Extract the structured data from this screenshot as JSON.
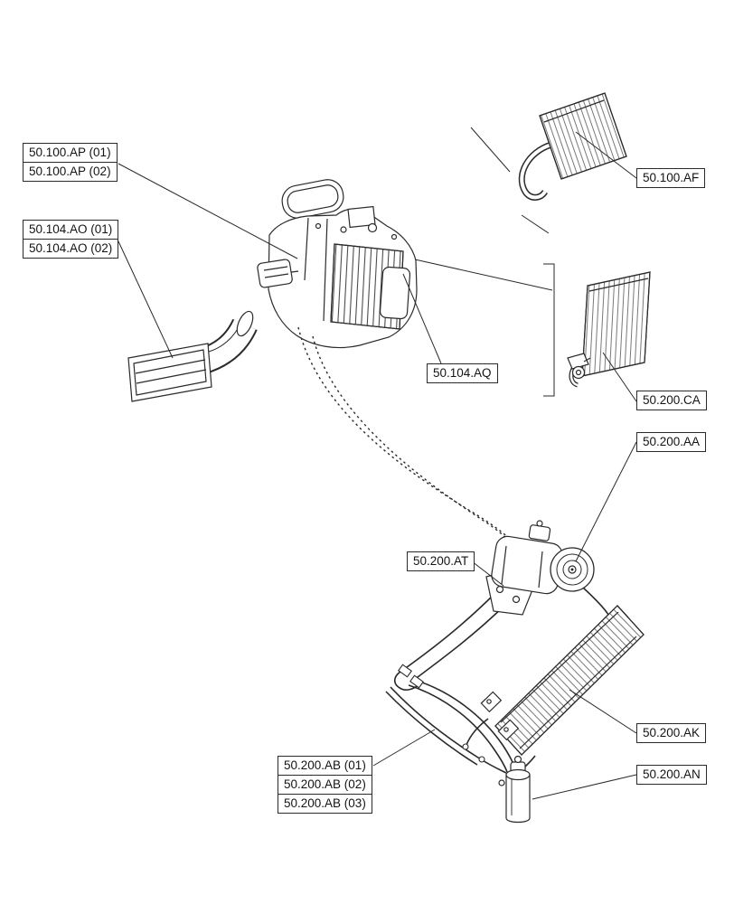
{
  "page": {
    "background": "#ffffff",
    "line_color": "#2a2a2a"
  },
  "callouts": {
    "ap": {
      "lines": [
        "50.100.AP (01)",
        "50.100.AP (02)"
      ]
    },
    "ao": {
      "lines": [
        "50.104.AO (01)",
        "50.104.AO (02)"
      ]
    },
    "af": {
      "lines": [
        "50.100.AF"
      ]
    },
    "aq": {
      "lines": [
        "50.104.AQ"
      ]
    },
    "ca": {
      "lines": [
        "50.200.CA"
      ]
    },
    "aa": {
      "lines": [
        "50.200.AA"
      ]
    },
    "at": {
      "lines": [
        "50.200.AT"
      ]
    },
    "ak": {
      "lines": [
        "50.200.AK"
      ]
    },
    "ab": {
      "lines": [
        "50.200.AB (01)",
        "50.200.AB (02)",
        "50.200.AB (03)"
      ]
    },
    "an": {
      "lines": [
        "50.200.AN"
      ]
    }
  }
}
